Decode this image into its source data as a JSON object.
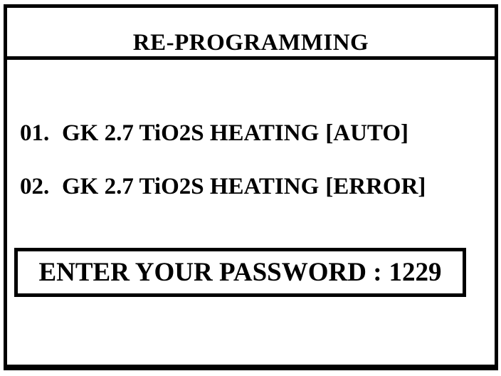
{
  "screen": {
    "title": "RE-PROGRAMMING",
    "menu_items": [
      {
        "number": "01.",
        "name": "GK 2.7 TiO2S HEATING",
        "status": "[AUTO]"
      },
      {
        "number": "02.",
        "name": "GK 2.7 TiO2S HEATING",
        "status": "[ERROR]"
      }
    ],
    "password_prompt": {
      "label": "ENTER YOUR PASSWORD :",
      "value": "1229"
    },
    "colors": {
      "foreground": "#000000",
      "background": "#ffffff"
    }
  }
}
